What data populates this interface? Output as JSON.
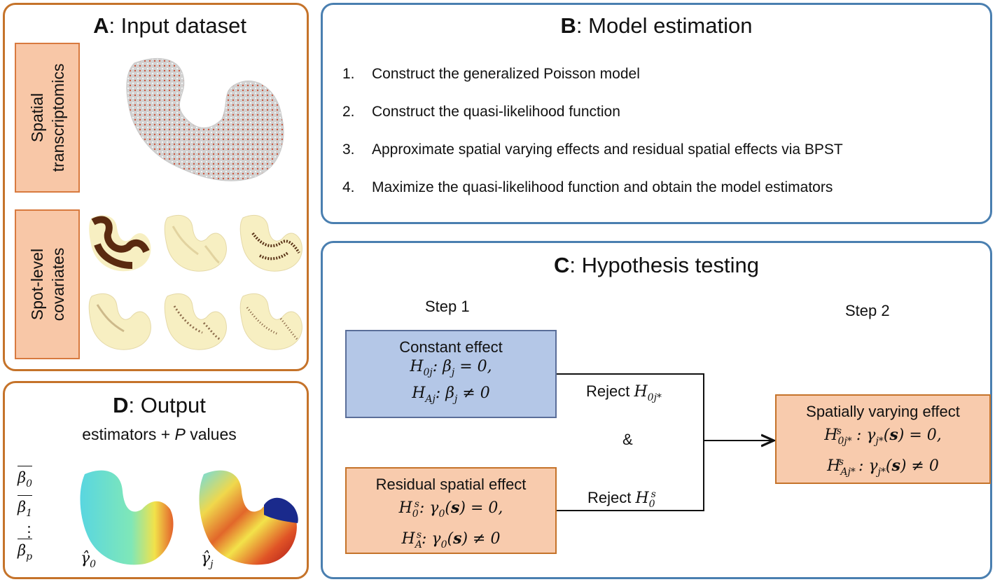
{
  "panel_a": {
    "title_letter": "A",
    "title_rest": ": Input dataset",
    "label_st_line1": "Spatial",
    "label_st_line2": "transcriptomics",
    "label_cov_line1": "Spot-level",
    "label_cov_line2": "covariates"
  },
  "panel_b": {
    "title_letter": "B",
    "title_rest": ": Model estimation",
    "steps": [
      {
        "num": "1.",
        "text": "Construct the generalized Poisson model"
      },
      {
        "num": "2.",
        "text": "Construct the quasi-likelihood function"
      },
      {
        "num": "3.",
        "text": "Approximate spatial varying effects and residual spatial effects via BPST"
      },
      {
        "num": "4.",
        "text": "Maximize the quasi-likelihood function and obtain the model estimators"
      }
    ]
  },
  "panel_c": {
    "title_letter": "C",
    "title_rest": ": Hypothesis testing",
    "step1": "Step 1",
    "step2": "Step 2",
    "constant_effect": "Constant effect",
    "residual_spatial_effect": "Residual spatial effect",
    "spatially_varying_effect": "Spatially varying effect",
    "reject": "Reject",
    "ampersand": "&"
  },
  "panel_d": {
    "title_letter": "D",
    "title_rest": ": Output",
    "subtitle_a": "estimators + ",
    "subtitle_p": "P",
    "subtitle_b": " values"
  },
  "colors": {
    "panel_orange": "#c5732a",
    "panel_blue": "#4a7fb0",
    "label_fill": "#f8c7a7",
    "constant_fill": "#b4c7e7",
    "residual_fill": "#f8cbad",
    "svar_fill": "#f8cbad"
  }
}
